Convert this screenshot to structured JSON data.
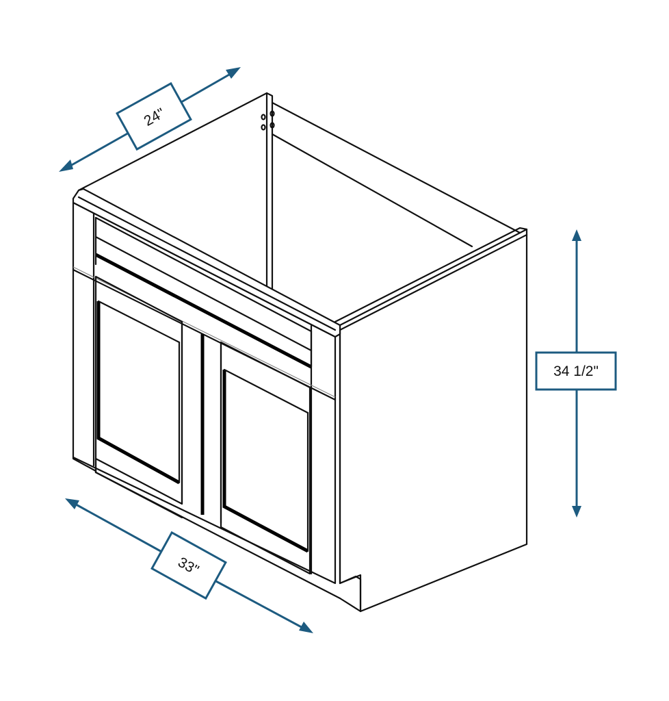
{
  "diagram": {
    "subject": "Sink base cabinet, two doors with false drawer front",
    "line_color": "#111111",
    "dimension_color": "#1d5b80",
    "dimensions": {
      "depth": {
        "label": "24\""
      },
      "height": {
        "label": "34 1/2\""
      },
      "width": {
        "label": "33\""
      }
    }
  }
}
